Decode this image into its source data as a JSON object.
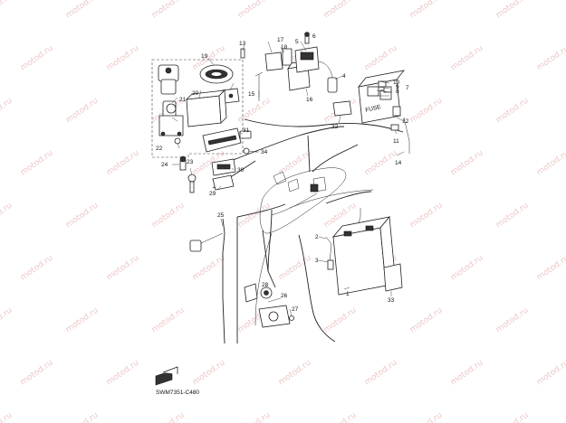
{
  "watermark": "motod.ru",
  "diagram_code": "SWM7351-C480",
  "callouts": [
    {
      "id": "p1",
      "text": "1"
    },
    {
      "id": "p2",
      "text": "2"
    },
    {
      "id": "p3",
      "text": "3"
    },
    {
      "id": "p4",
      "text": "4"
    },
    {
      "id": "p5",
      "text": "5"
    },
    {
      "id": "p6",
      "text": "6"
    },
    {
      "id": "p7",
      "text": "7"
    },
    {
      "id": "p8",
      "text": "8"
    },
    {
      "id": "p9",
      "text": "9"
    },
    {
      "id": "p10",
      "text": "10"
    },
    {
      "id": "p11",
      "text": "11"
    },
    {
      "id": "p12",
      "text": "12"
    },
    {
      "id": "p13",
      "text": "13"
    },
    {
      "id": "p14",
      "text": "14"
    },
    {
      "id": "p15",
      "text": "15"
    },
    {
      "id": "p16",
      "text": "16"
    },
    {
      "id": "p17",
      "text": "17"
    },
    {
      "id": "p18",
      "text": "18"
    },
    {
      "id": "p19",
      "text": "19"
    },
    {
      "id": "p20",
      "text": "20"
    },
    {
      "id": "p21",
      "text": "21"
    },
    {
      "id": "p22",
      "text": "22"
    },
    {
      "id": "p23",
      "text": "23"
    },
    {
      "id": "p24",
      "text": "24"
    },
    {
      "id": "p25",
      "text": "25"
    },
    {
      "id": "p26",
      "text": "26"
    },
    {
      "id": "p27",
      "text": "27"
    },
    {
      "id": "p28",
      "text": "28"
    },
    {
      "id": "p29",
      "text": "29"
    },
    {
      "id": "p30",
      "text": "30"
    },
    {
      "id": "p31",
      "text": "31"
    },
    {
      "id": "p32",
      "text": "32"
    },
    {
      "id": "p33",
      "text": "33"
    },
    {
      "id": "p34",
      "text": "34"
    }
  ]
}
